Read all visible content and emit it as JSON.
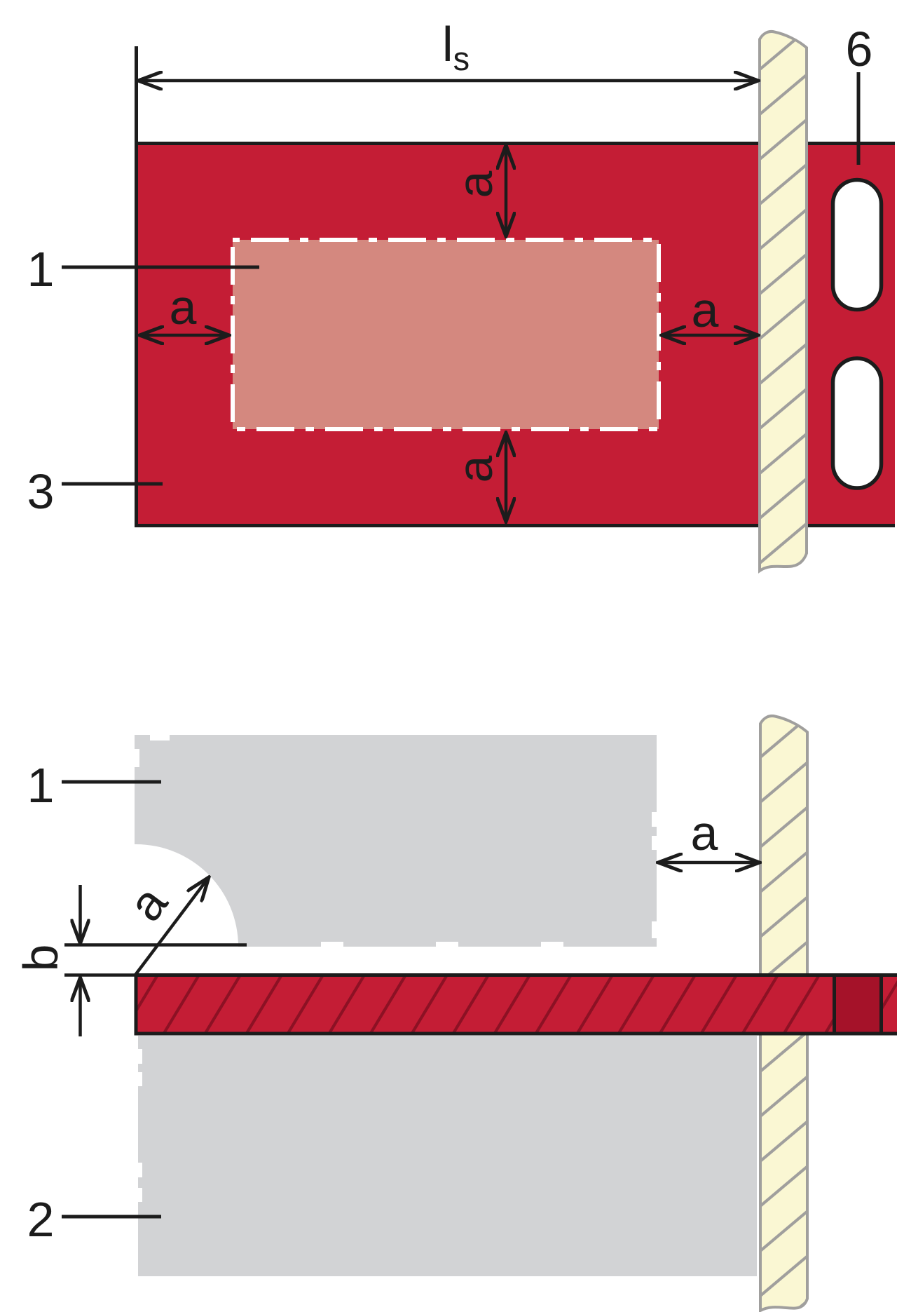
{
  "figure": {
    "type": "technical-diagram",
    "description": "Fixing of an anchor plate: top figure shows plan view of anchor plate with slotted holes at a wall; bottom figure shows section view with plate between two components and edge-distance dimensions",
    "colors": {
      "plate_red": "#c41d35",
      "attachment_pink": "#d4887f",
      "insert_dark_red": "#a51229",
      "strip_hatch_red": "#8c1124",
      "wall_beige": "#faf7d3",
      "wall_gray": "#a09f9d",
      "component_gray": "#d2d3d5",
      "line_black": "#1c1c1c",
      "dash_white": "#ffffff",
      "background": "#ffffff"
    }
  },
  "top_view": {
    "labels": {
      "part1": "1",
      "part3": "3",
      "part6": "6"
    },
    "dimensions": {
      "span_main": "l",
      "span_sub": "s",
      "edge_top": "a",
      "edge_left": "a",
      "edge_right": "a",
      "edge_bottom": "a"
    }
  },
  "section_view": {
    "labels": {
      "part1": "1",
      "part2": "2"
    },
    "dimensions": {
      "radius": "a",
      "gap": "b",
      "wall_offset": "a"
    }
  }
}
